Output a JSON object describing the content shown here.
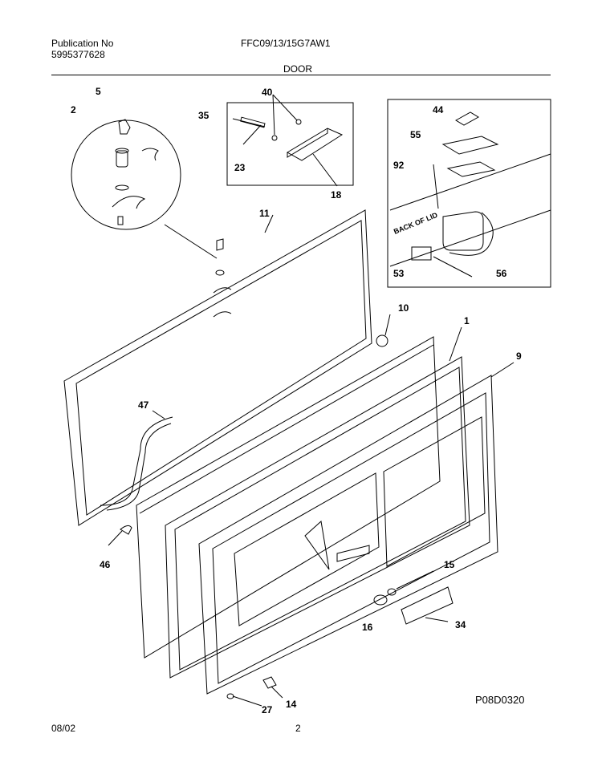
{
  "header": {
    "publication_label": "Publication No",
    "publication_number": "5995377628",
    "model": "FFC09/13/15G7AW1",
    "section": "DOOR"
  },
  "callouts": [
    "5",
    "2",
    "40",
    "35",
    "23",
    "18",
    "44",
    "55",
    "92",
    "53",
    "56",
    "11",
    "10",
    "1",
    "9",
    "47",
    "46",
    "15",
    "16",
    "34",
    "14",
    "27"
  ],
  "inset_text": "BACK OF LID",
  "footer": {
    "date": "08/02",
    "page": "2",
    "drawing_id": "P08D0320"
  }
}
